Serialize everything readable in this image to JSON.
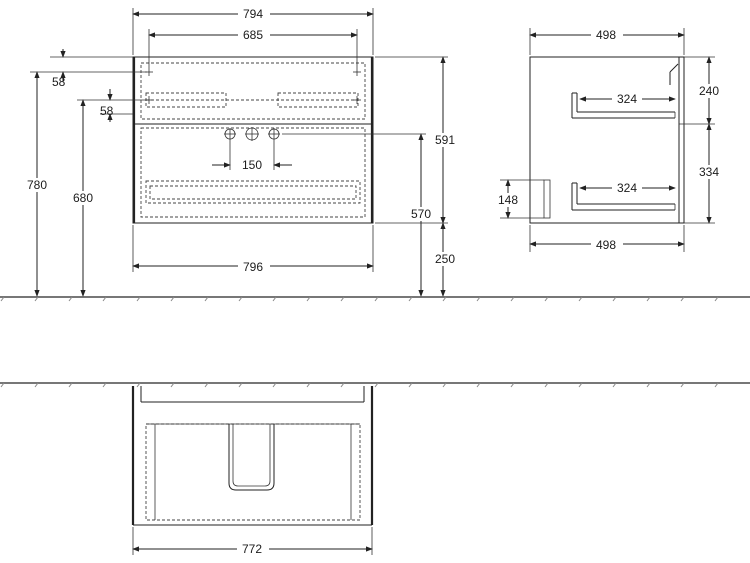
{
  "drawing": {
    "front_view": {
      "overall_width_top": "794",
      "hole_spacing": "685",
      "bottom_width": "796",
      "tap_spacing": "150",
      "top_offset": "58",
      "second_offset": "58",
      "overall_height": "780",
      "mount_height": "680",
      "body_height": "591",
      "drain_height": "570",
      "floor_clearance": "250"
    },
    "side_view": {
      "depth_top": "498",
      "depth_bottom": "498",
      "drawer_depth_upper": "324",
      "drawer_depth_lower": "324",
      "upper_drawer_height": "240",
      "lower_drawer_height": "334",
      "siphon_cutout_height": "148"
    },
    "plan_view": {
      "inner_width": "772"
    }
  }
}
